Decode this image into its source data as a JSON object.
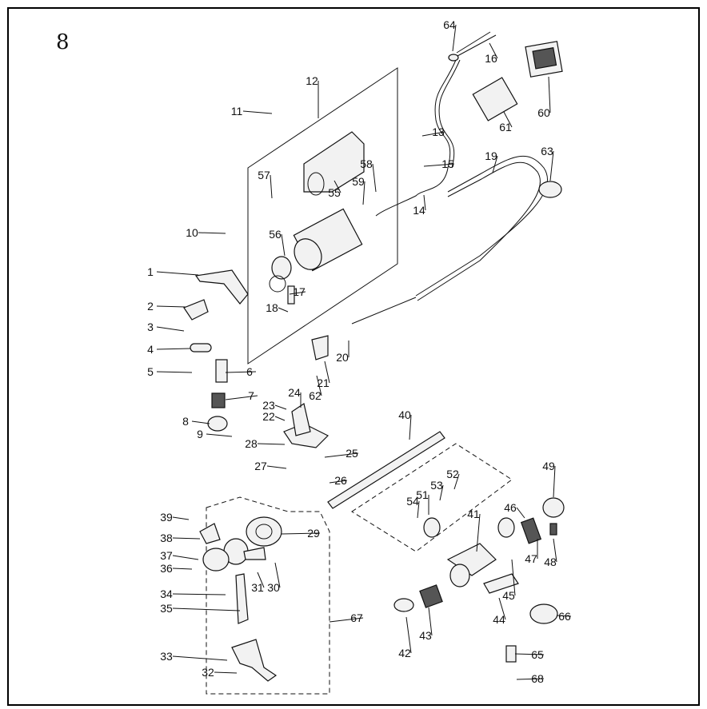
{
  "page_number": "8",
  "labels": [
    "1",
    "2",
    "3",
    "4",
    "5",
    "6",
    "7",
    "8",
    "9",
    "10",
    "11",
    "12",
    "13",
    "14",
    "15",
    "16",
    "17",
    "18",
    "19",
    "20",
    "21",
    "22",
    "23",
    "24",
    "25",
    "26",
    "27",
    "28",
    "29",
    "30",
    "31",
    "32",
    "33",
    "34",
    "35",
    "36",
    "37",
    "38",
    "39",
    "40",
    "41",
    "42",
    "43",
    "44",
    "45",
    "46",
    "47",
    "48",
    "49",
    "51",
    "52",
    "53",
    "54",
    "55",
    "56",
    "57",
    "58",
    "59",
    "60",
    "61",
    "62",
    "63",
    "64",
    "65",
    "66",
    "67",
    "68"
  ]
}
